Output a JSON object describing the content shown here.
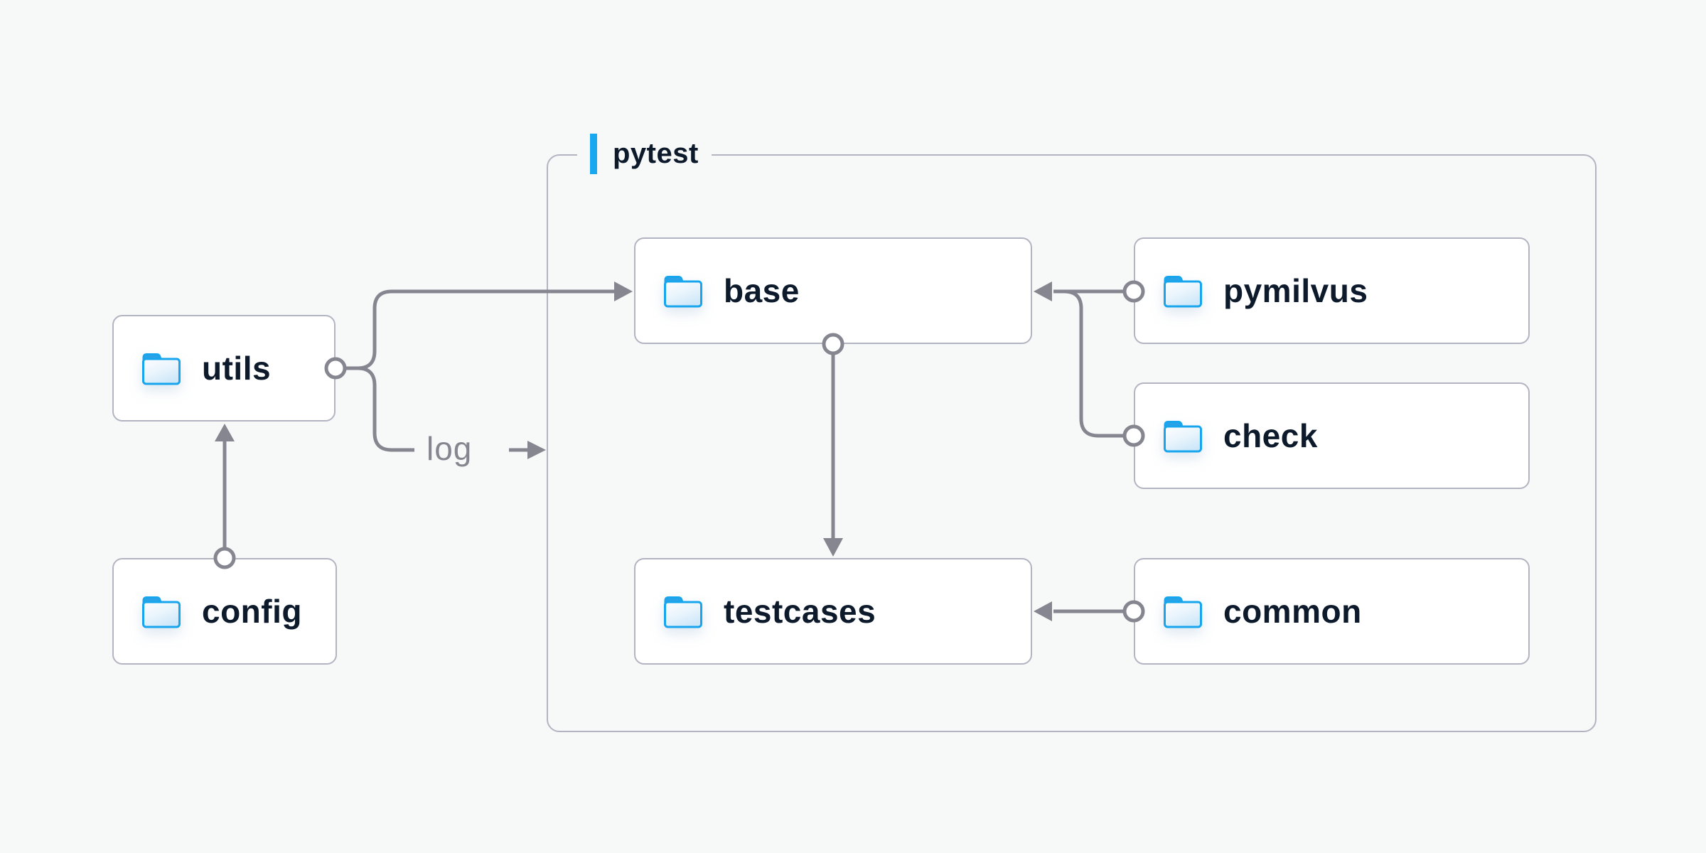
{
  "container": {
    "label": "pytest"
  },
  "nodes": {
    "utils": {
      "label": "utils"
    },
    "config": {
      "label": "config"
    },
    "base": {
      "label": "base"
    },
    "pymilvus": {
      "label": "pymilvus"
    },
    "check": {
      "label": "check"
    },
    "testcases": {
      "label": "testcases"
    },
    "common": {
      "label": "common"
    }
  },
  "edges": [
    {
      "from": "config",
      "to": "utils"
    },
    {
      "from": "utils",
      "to": "base"
    },
    {
      "from": "utils",
      "to": "log-output",
      "label": "log"
    },
    {
      "from": "pymilvus",
      "to": "base"
    },
    {
      "from": "check",
      "to": "base"
    },
    {
      "from": "base",
      "to": "testcases"
    },
    {
      "from": "common",
      "to": "testcases"
    }
  ],
  "icons": {
    "node_icon": "folder-icon"
  },
  "colors": {
    "page_bg": "#f7f8f8",
    "box_bg": "#ffffff",
    "box_border": "#b2b5c1",
    "text_navy": "#0d1a2b",
    "line_gray": "#85868f",
    "accent_blue": "#18a8ef",
    "folder_stroke": "#17a5ee",
    "folder_tab": "#2aa2e5",
    "folder_fill_top": "#fdfeff",
    "folder_fill_bottom": "#cfe8f9"
  }
}
